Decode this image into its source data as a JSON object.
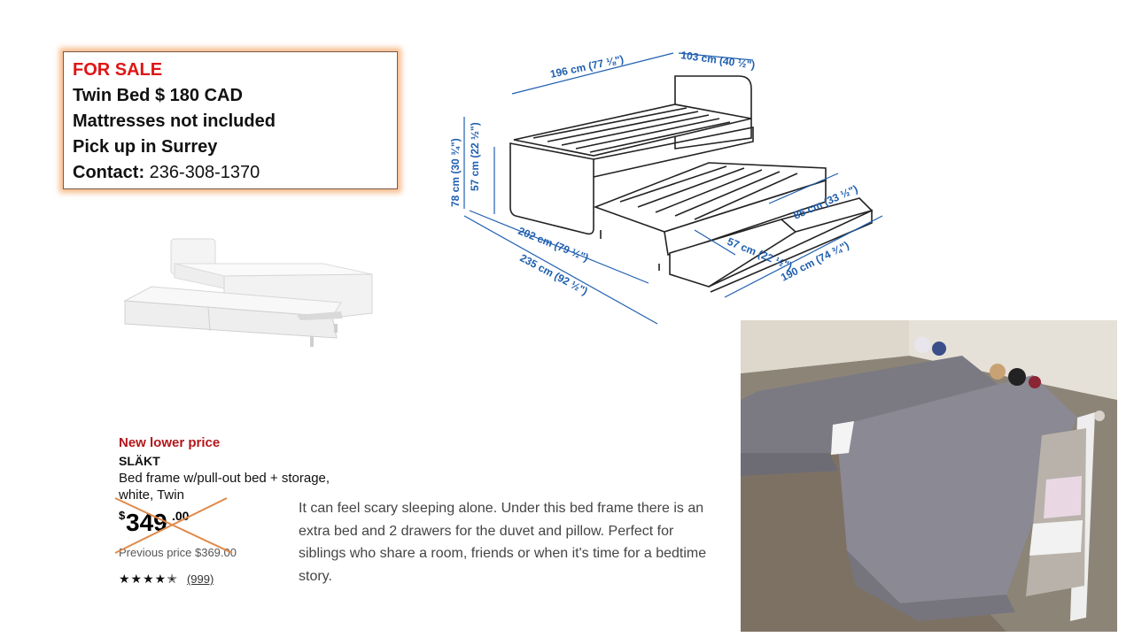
{
  "sale": {
    "title": "FOR SALE",
    "line1": "Twin Bed $ 180 CAD",
    "line2": "Mattresses not included",
    "line3": "Pick up in Surrey",
    "contact_label": "Contact:",
    "contact_value": "236-308-1370"
  },
  "diagram": {
    "dim_length_top": "196 cm (77 ⅛\")",
    "dim_width_top": "103 cm (40 ½\")",
    "dim_total_height": "78 cm (30 ¾\")",
    "dim_side_height": "57 cm (22 ½\")",
    "dim_length_low": "202 cm (79 ½\")",
    "dim_length_total": "235 cm (92 ½\")",
    "dim_drawer_depth": "57 cm (22 ½\")",
    "dim_drawer_width": "85 cm (33 ½\")",
    "dim_pullout_length": "190 cm (74 ¾\")"
  },
  "product": {
    "badge": "New lower price",
    "name": "SLÄKT",
    "description": "Bed frame w/pull-out bed + storage, white, Twin",
    "currency": "$",
    "price_whole": "349",
    "price_cents": ".00",
    "previous_price": "Previous price $369.00",
    "rating": 4.5,
    "stars_text": "★★★★✭",
    "review_count": "(999)"
  },
  "blurb": "It can feel scary sleeping alone. Under this bed frame there is an extra bed and 2 drawers for the duvet and pillow. Perfect for siblings who share a room, friends or when it's time for a bedtime story.",
  "colors": {
    "sale_red": "#e01515",
    "dimension_blue": "#1f5fb0",
    "badge_red": "#b3171b",
    "strike_orange": "#e08a4a"
  }
}
